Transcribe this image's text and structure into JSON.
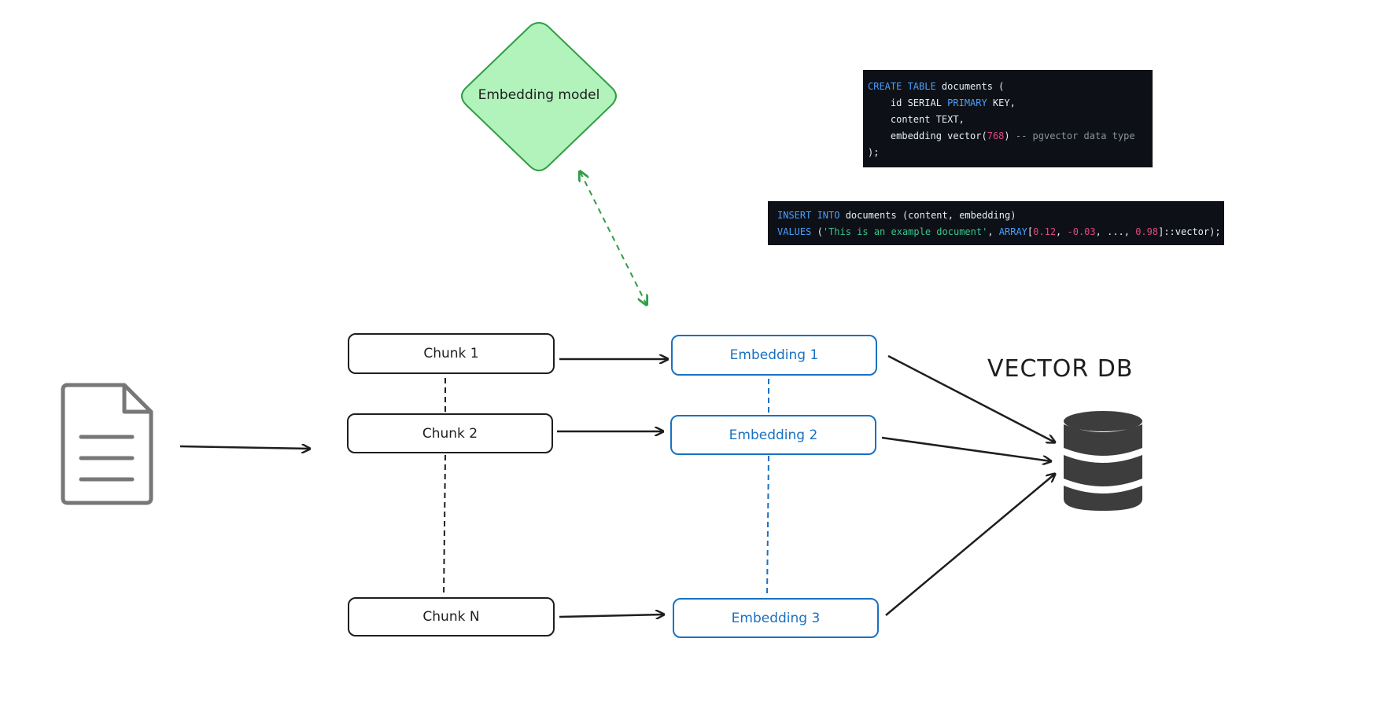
{
  "diagram": {
    "model_label": "Embedding model",
    "chunks": [
      "Chunk 1",
      "Chunk 2",
      "Chunk N"
    ],
    "embeddings": [
      "Embedding 1",
      "Embedding 2",
      "Embedding 3"
    ],
    "db_title": "VECTOR DB"
  },
  "icons": {
    "document": "document-icon",
    "database": "database-icon"
  },
  "colors": {
    "ink": "#1e1e1e",
    "embedding_blue": "#1971c2",
    "model_fill": "#b2f2bb",
    "model_stroke": "#2f9e44",
    "icon_gray": "#777777",
    "db_gray": "#3d3d3d",
    "code_bg": "#0d1117"
  },
  "code_create": {
    "l1_kw": "CREATE TABLE",
    "l1_rest": " documents (",
    "l2_a": "    id SERIAL ",
    "l2_kw": "PRIMARY",
    "l2_b": " KEY,",
    "l3": "    content TEXT,",
    "l4_a": "    embedding vector(",
    "l4_num": "768",
    "l4_b": ") ",
    "l4_cmt": "-- pgvector data type",
    "l5": ");"
  },
  "code_insert": {
    "l1_kw": "INSERT INTO",
    "l1_rest": " documents (content, embedding)",
    "l2_kw": "VALUES",
    "l2_a": " (",
    "l2_str": "'This is an example document'",
    "l2_b": ", ",
    "l2_kw2": "ARRAY",
    "l2_c": "[",
    "l2_n1": "0.12",
    "l2_d": ", ",
    "l2_n2": "-0.03",
    "l2_e": ", ..., ",
    "l2_n3": "0.98",
    "l2_f": "]::vector);"
  }
}
